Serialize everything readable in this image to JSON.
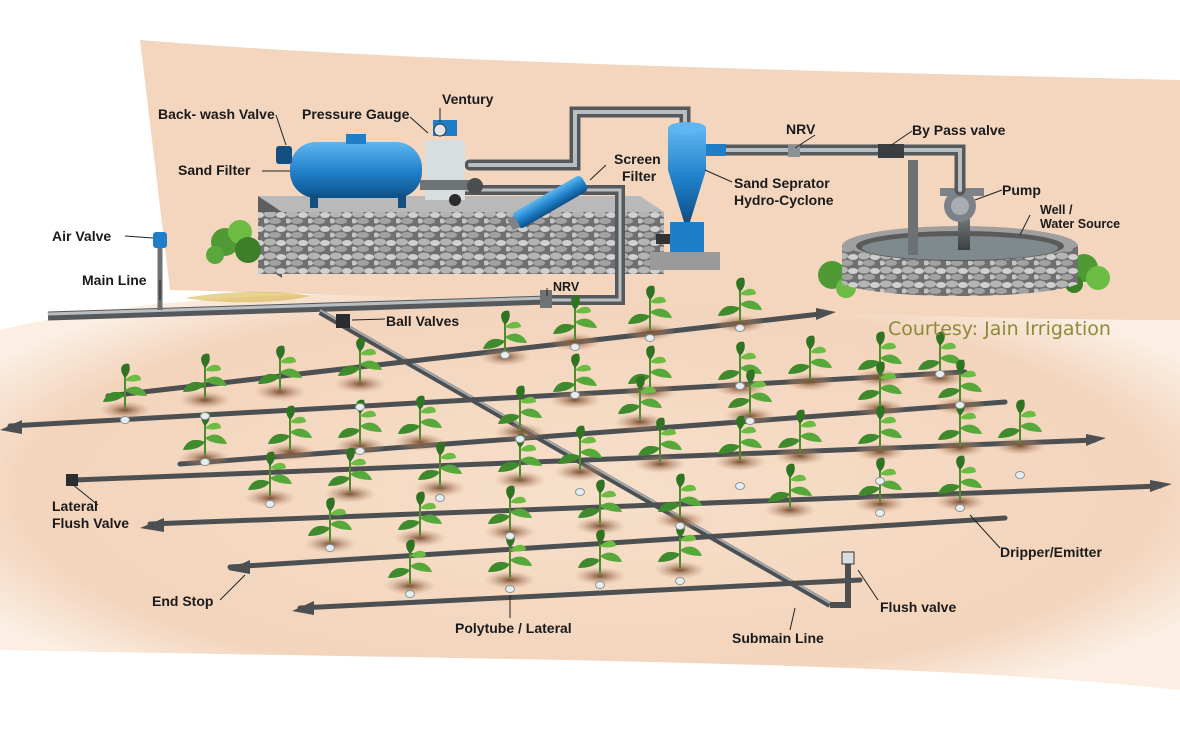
{
  "labels": {
    "backwash_valve": "Back- wash Valve",
    "pressure_gauge": "Pressure Gauge",
    "venturi": "Ventury",
    "sand_filter": "Sand Filter",
    "screen_filter_1": "Screen",
    "screen_filter_2": "Filter",
    "nrv_top": "NRV",
    "bypass_valve": "By Pass valve",
    "sand_separator_1": "Sand Seprator",
    "sand_separator_2": "Hydro-Cyclone",
    "pump": "Pump",
    "well_1": "Well /",
    "well_2": "Water Source",
    "air_valve": "Air Valve",
    "main_line": "Main Line",
    "nrv_main": "NRV",
    "ball_valves": "Ball Valves",
    "lateral_flush_1": "Lateral",
    "lateral_flush_2": "Flush Valve",
    "end_stop": "End Stop",
    "polytube": "Polytube / Lateral",
    "submain_line": "Submain Line",
    "flush_valve": "Flush valve",
    "dripper": "Dripper/Emitter"
  },
  "courtesy": "Courtesy: Jain Irrigation",
  "colors": {
    "ground": "#f4d6bf",
    "soil": "#9a6a45",
    "pipe": "#5a5e60",
    "pipe_light": "#9aa0a4",
    "equipment_blue": "#1e7fc8",
    "stone": "#8c8c8c",
    "leaf": "#3e8a2c",
    "courtesy": "#8a8a3a"
  }
}
